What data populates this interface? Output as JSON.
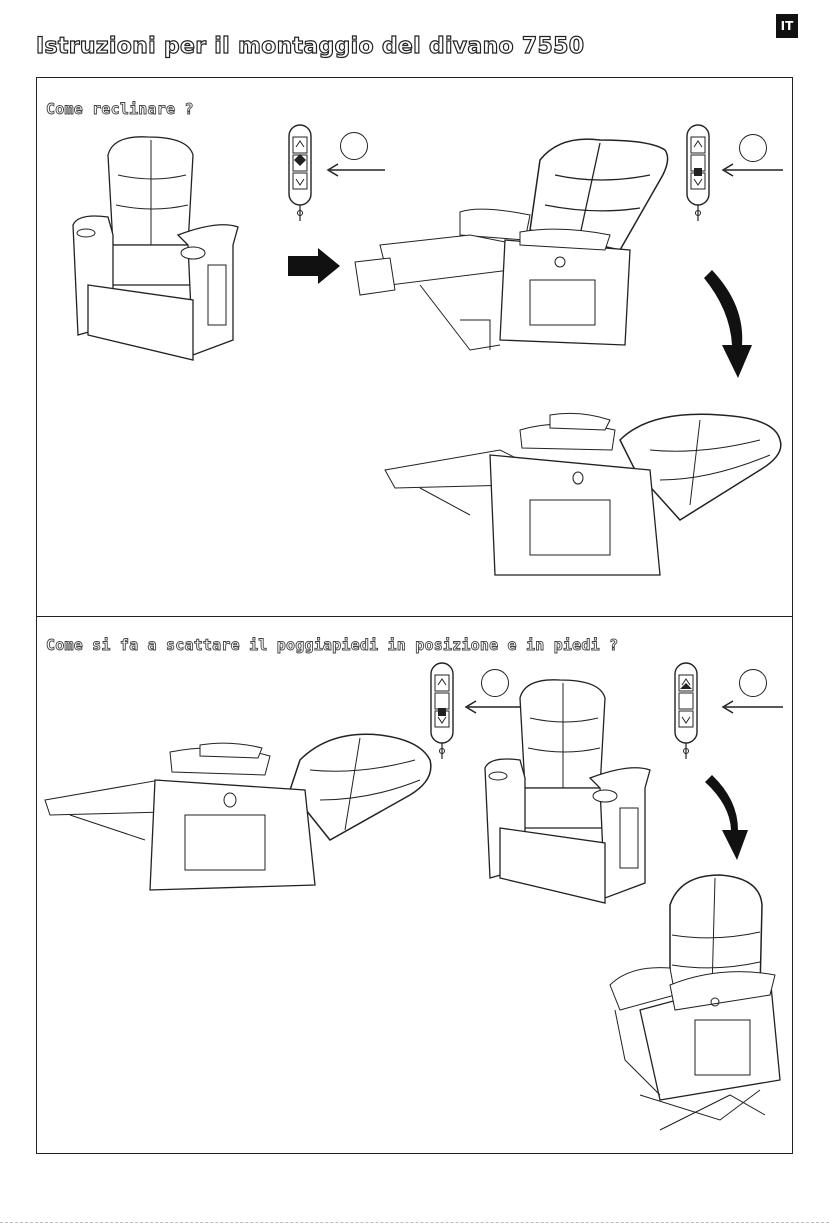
{
  "header": {
    "lang_code": "IT",
    "title": "Istruzioni per il montaggio del divano 7550"
  },
  "sections": [
    {
      "title": "Come reclinare ?"
    },
    {
      "title": "Come si fa a scattare il poggiapiedi in posizione e in piedi ?"
    }
  ],
  "icons": {
    "remote": "remote-control-icon",
    "arrow_right": "arrow-right-icon",
    "arrow_down": "curved-arrow-down-icon",
    "pointer": "pointer-arrow-icon"
  },
  "colors": {
    "line": "#222222",
    "background": "#ffffff"
  }
}
